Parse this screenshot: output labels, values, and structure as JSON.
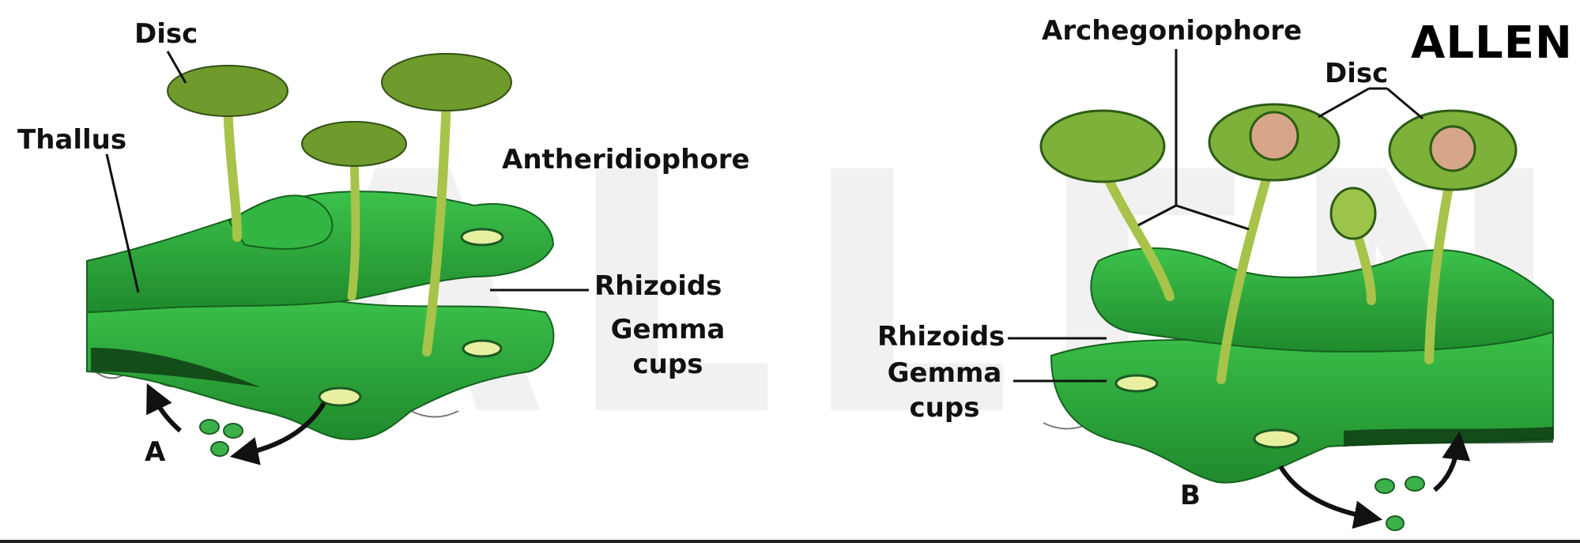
{
  "brand": {
    "logo": "ALLEN",
    "watermark": "ALLEN"
  },
  "panel_a": {
    "letter": "A",
    "labels": {
      "disc": "Disc",
      "thallus": "Thallus",
      "antheridiophore": "Antheridiophore",
      "rhizoids": "Rhizoids",
      "gemma_cups_1": "Gemma",
      "gemma_cups_2": "cups"
    }
  },
  "panel_b": {
    "letter": "B",
    "labels": {
      "archegoniophore": "Archegoniophore",
      "disc": "Disc",
      "rhizoids": "Rhizoids",
      "gemma_cups_1": "Gemma",
      "gemma_cups_2": "cups"
    }
  },
  "colors": {
    "thallus_dark": "#1f8a2c",
    "thallus_light": "#3cc24b",
    "stalk": "#a7c34a",
    "disc": "#6f9a2c",
    "gemma": "#e8f0a0",
    "rhizoid": "#777777",
    "petal": "#d7a58a"
  }
}
